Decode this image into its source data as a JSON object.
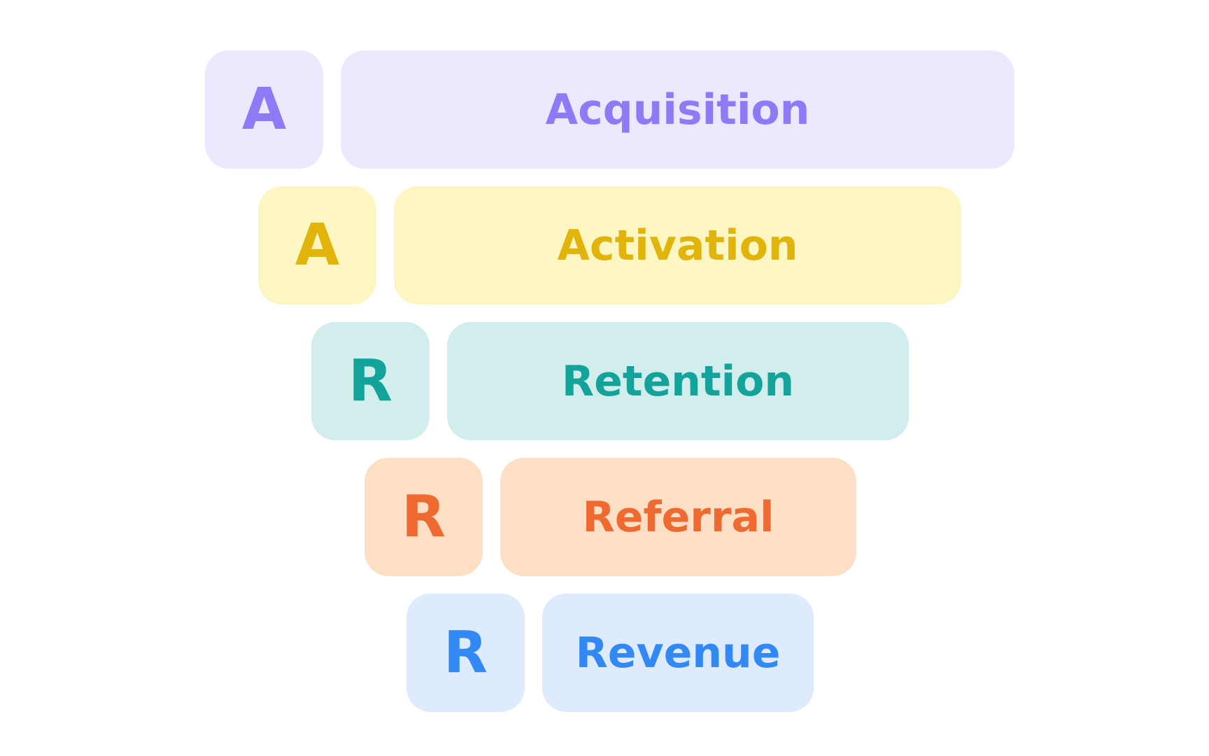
{
  "funnel": {
    "stages": [
      {
        "letter": "A",
        "label": "Acquisition",
        "bg": "#ece8fe",
        "color": "#8d7bf6"
      },
      {
        "letter": "A",
        "label": "Activation",
        "bg": "#fdf6c3",
        "color": "#e1b40b"
      },
      {
        "letter": "R",
        "label": "Retention",
        "bg": "#d1eeec",
        "color": "#14a39a"
      },
      {
        "letter": "R",
        "label": "Referral",
        "bg": "#fddfc5",
        "color": "#ef6a30"
      },
      {
        "letter": "R",
        "label": "Revenue",
        "bg": "#ddebfc",
        "color": "#3389f4"
      }
    ]
  }
}
